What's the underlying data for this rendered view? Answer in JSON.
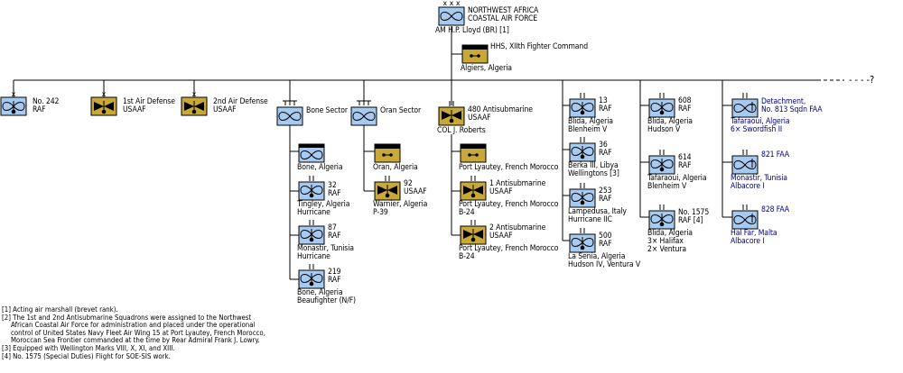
{
  "colors": {
    "raf": "#a6caf0",
    "usaaf": "#c8a838",
    "line": "#000000",
    "navy_text": "#000080"
  },
  "hq": {
    "echelon": "xxx",
    "name_1": "NORTHWEST AFRICA",
    "name_2": "COASTAL AIR FORCE",
    "commander": "AM H.P. Lloyd (BR) [1]"
  },
  "hhs": {
    "name": "HHS, XIIth Fighter Command",
    "location": "Algiers, Algeria"
  },
  "continuation": "- - - -?",
  "units": {
    "sq242": {
      "echelon": "x",
      "l1": "No. 242",
      "l2": "RAF"
    },
    "ad1": {
      "echelon": "x",
      "l1": "1st Air Defense",
      "l2": "USAAF"
    },
    "ad2": {
      "echelon": "x",
      "l1": "2nd Air Defense",
      "l2": "USAAF"
    },
    "bone": {
      "echelon": "III",
      "l1": "Bone Sector"
    },
    "bone_hq": {
      "l1": "Bone, Algeria"
    },
    "b32": {
      "echelon": "II",
      "l1": "32",
      "l2": "RAF",
      "l3": "Tingley, Algeria",
      "l4": "Hurricane"
    },
    "b87": {
      "echelon": "II",
      "l1": "87",
      "l2": "RAF",
      "l3": "Monastir, Tunisia",
      "l4": "Hurricane"
    },
    "b219": {
      "echelon": "II",
      "l1": "219",
      "l2": "RAF",
      "l3": "Bone, Algeria",
      "l4": "Beaufighter (N/F)"
    },
    "oran": {
      "echelon": "III",
      "l1": "Oran Sector"
    },
    "oran_hq": {
      "l1": "Oran, Algeria"
    },
    "o92": {
      "echelon": "II",
      "l1": "92",
      "l2": "USAAF",
      "l3": "Warnier, Algeria",
      "l4": "P-39"
    },
    "g480": {
      "echelon": "II",
      "l1": "480 Antisubmarine",
      "l2": "USAAF",
      "l3": "COL J. Roberts"
    },
    "g480_hq": {
      "l1": "Port Lyautey, French Morocco"
    },
    "as1": {
      "echelon": "II",
      "l1": "1 Antisubmarine",
      "l2": "USAAF",
      "l3": "Port Lyautey, French Morocco",
      "l4": "B-24"
    },
    "as2": {
      "echelon": "II",
      "l1": "2 Antisubmarine",
      "l2": "USAAF",
      "l3": "Port Lyautey, French Morocco",
      "l4": "B-24"
    },
    "r13": {
      "echelon": "II",
      "l1": "13",
      "l2": "RAF",
      "l3": "Blida, Algeria",
      "l4": "Blenheim V"
    },
    "r36": {
      "echelon": "II",
      "l1": "36",
      "l2": "RAF",
      "l3": "Berka III, Libya",
      "l4": "Wellingtons [3]"
    },
    "r253": {
      "echelon": "II",
      "l1": "253",
      "l2": "RAF",
      "l3": "Lampedusa, Italy",
      "l4": "Hurricane IIC"
    },
    "r500": {
      "echelon": "II",
      "l1": "500",
      "l2": "RAF",
      "l3": "La Senia, Algeria",
      "l4": "Hudson IV, Ventura V"
    },
    "r608": {
      "echelon": "II",
      "l1": "608",
      "l2": "RAF",
      "l3": "Blida, Algeria",
      "l4": "Hudson V"
    },
    "r614": {
      "echelon": "II",
      "l1": "614",
      "l2": "RAF",
      "l3": "Tafaraoui, Algeria",
      "l4": "Blenheim V"
    },
    "r1575": {
      "echelon": "II",
      "l1": "No. 1575",
      "l2": "RAF [4]",
      "l3": "Blida, Algeria",
      "l4": "3× Halifax",
      "l5": "2× Ventura"
    },
    "faa813": {
      "echelon": "II",
      "l1": "Detachment,",
      "l2": "No. 813 Sqdn FAA",
      "l3": "Tafaraoui, Algeria",
      "l4": "6× Swordfish II"
    },
    "faa821": {
      "echelon": "II",
      "l1": "821 FAA",
      "l3": "Monastir, Tunisia",
      "l4": "Albacore I"
    },
    "faa828": {
      "echelon": "II",
      "l1": "828 FAA",
      "l3": "Hal Far, Malta",
      "l4": "Albacore I"
    }
  },
  "notes": [
    "[1] Acting air marshall (brevet rank).",
    "[2] The 1st and 2nd Antisubmarine Squadrons were assigned to the Northwest",
    "African Coastal Air Force for administration and placed under the operational",
    "control of United States Navy Fleet Air Wing 15 at Port Lyautey, French Morocco,",
    "Moroccan Sea Frontier commanded at the time by Rear Admiral Frank J. Lowry.",
    "[3] Equipped with Wellington Marks VIII, X, XI, and XIII.",
    "[4] No. 1575 (Special Duties) Flight for SOE-SIS work."
  ]
}
